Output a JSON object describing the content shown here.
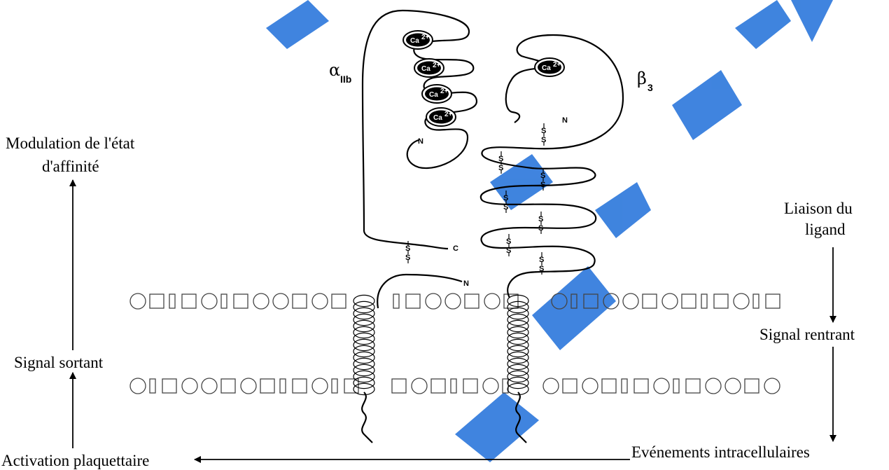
{
  "labels": {
    "modulation": [
      "Modulation de l'état",
      "d'affinité"
    ],
    "signal_sortant": "Signal sortant",
    "activation": "Activation plaquettaire",
    "liaison": [
      "Liaison du",
      "ligand"
    ],
    "signal_rentrant": "Signal rentrant",
    "evenements": "Evénements intracellulaires"
  },
  "subunits": {
    "alpha": {
      "symbol": "α",
      "subscript": "IIb"
    },
    "beta": {
      "symbol": "β",
      "subscript": "3"
    }
  },
  "calcium_label": "Ca",
  "calcium_charge": "2+",
  "terminal_n": "N",
  "terminal_c": "C",
  "disulfide_s": "S",
  "colors": {
    "watermark": "#1e6fd9",
    "ink": "#000000"
  },
  "icons": [
    "arrow-up-icon",
    "arrow-down-icon",
    "arrow-left-icon",
    "calcium-ion-icon"
  ]
}
